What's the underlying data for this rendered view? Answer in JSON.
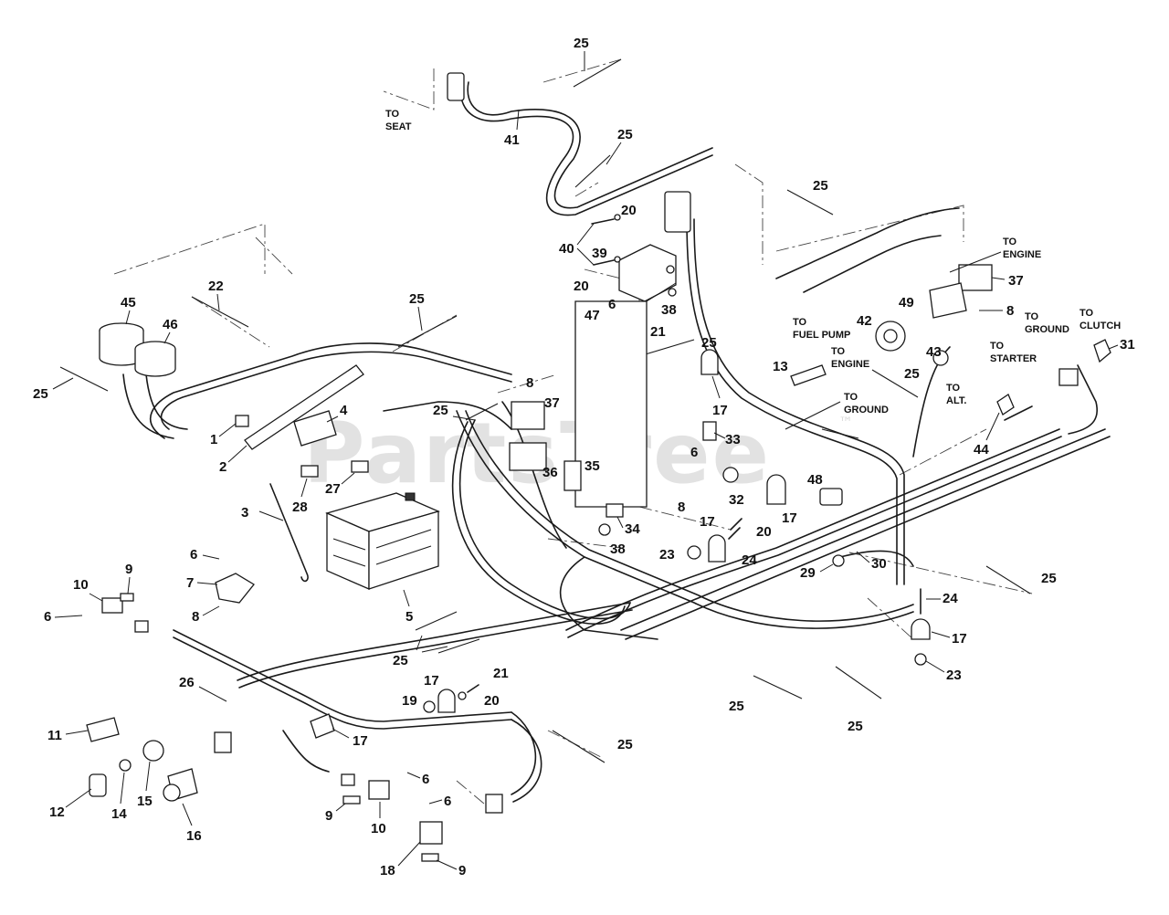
{
  "watermark": "PartsTree",
  "watermark_tm": "™",
  "notes": {
    "to_seat_1": "TO",
    "to_seat_2": "SEAT",
    "to_engine_top_1": "TO",
    "to_engine_top_2": "ENGINE",
    "to_fuel_pump_1": "TO",
    "to_fuel_pump_2": "FUEL PUMP",
    "to_engine_mid_1": "TO",
    "to_engine_mid_2": "ENGINE",
    "to_ground_mid_1": "TO",
    "to_ground_mid_2": "GROUND",
    "to_alt_1": "TO",
    "to_alt_2": "ALT.",
    "to_starter_1": "TO",
    "to_starter_2": "STARTER",
    "to_ground_right_1": "TO",
    "to_ground_right_2": "GROUND",
    "to_clutch_1": "TO",
    "to_clutch_2": "CLUTCH"
  },
  "callouts": {
    "c25_top": "25",
    "c41": "41",
    "c25_b": "25",
    "c20_a": "20",
    "c40": "40",
    "c39": "39",
    "c20_b": "20",
    "c38_a": "38",
    "c25_c": "25",
    "c37_a": "37",
    "c49": "49",
    "c8_a": "8",
    "c42": "42",
    "c43": "43",
    "c6_a": "6",
    "c47": "47",
    "c21_a": "21",
    "c25_d": "25",
    "c45": "45",
    "c46": "46",
    "c22": "22",
    "c25_e": "25",
    "c25_f": "25",
    "c1": "1",
    "c2": "2",
    "c4": "4",
    "c25_g": "25",
    "c8_b": "8",
    "c37_b": "37",
    "c13": "13",
    "c25_h": "25",
    "c17_a": "17",
    "c33": "33",
    "c44": "44",
    "c31": "31",
    "c27": "27",
    "c28": "28",
    "c36": "36",
    "c35": "35",
    "c6_b": "6",
    "c48": "48",
    "c3": "3",
    "c32": "32",
    "c8_c": "8",
    "c17_b": "17",
    "c20_c": "20",
    "c34": "34",
    "c17_c": "17",
    "c38_b": "38",
    "c23_a": "23",
    "c24_a": "24",
    "c6_c": "6",
    "c7": "7",
    "c9_a": "9",
    "c10_a": "10",
    "c6_d": "6",
    "c8_d": "8",
    "c5": "5",
    "c29": "29",
    "c30": "30",
    "c25_i": "25",
    "c24_b": "24",
    "c17_d": "17",
    "c23_b": "23",
    "c25_j": "25",
    "c21_b": "21",
    "c17_e": "17",
    "c19": "19",
    "c20_d": "20",
    "c26": "26",
    "c25_k": "25",
    "c25_l": "25",
    "c17_f": "17",
    "c25_m": "25",
    "c11": "11",
    "c15": "15",
    "c14": "14",
    "c12": "12",
    "c16": "16",
    "c6_e": "6",
    "c9_b": "9",
    "c10_b": "10",
    "c6_f": "6",
    "c18": "18",
    "c9_c": "9"
  }
}
